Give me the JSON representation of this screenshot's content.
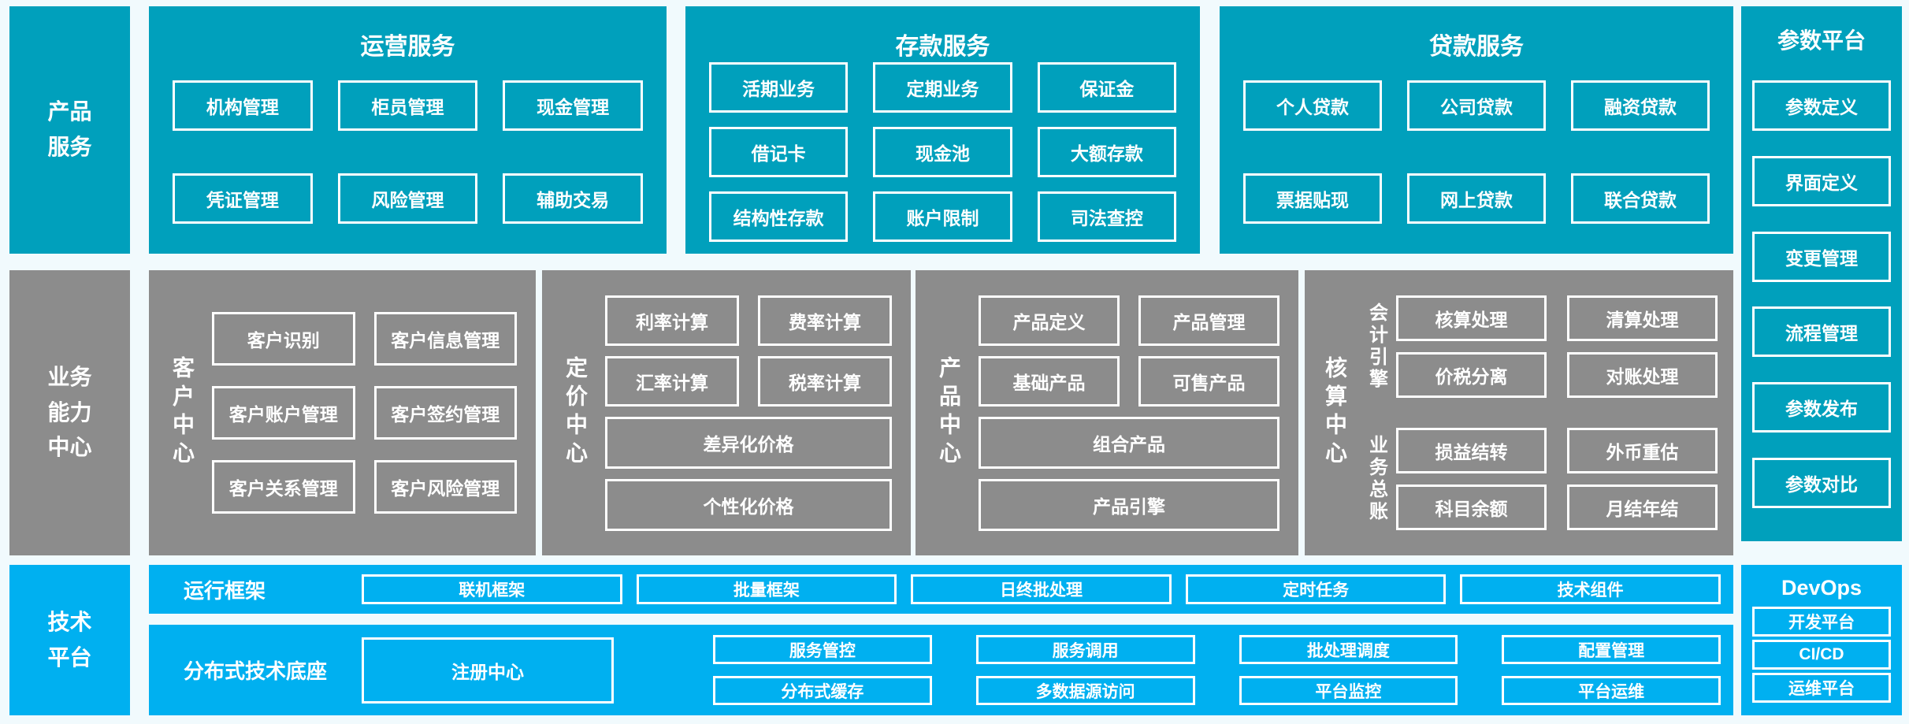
{
  "palette": {
    "teal": "#00a0bc",
    "gray": "#8c8c8c",
    "bright_blue": "#00b0f0",
    "background": "#f1fafd",
    "box_border": "#ffffff",
    "text": "#ffffff"
  },
  "left_rail": {
    "product": "产品\n服务",
    "capability": "业务\n能力\n中心",
    "tech": "技术\n平台"
  },
  "sections": {
    "operations": {
      "title": "运营服务",
      "items": [
        "机构管理",
        "柜员管理",
        "现金管理",
        "凭证管理",
        "风险管理",
        "辅助交易"
      ]
    },
    "deposit": {
      "title": "存款服务",
      "items": [
        "活期业务",
        "定期业务",
        "保证金",
        "借记卡",
        "现金池",
        "大额存款",
        "结构性存款",
        "账户限制",
        "司法查控"
      ]
    },
    "loan": {
      "title": "贷款服务",
      "items": [
        "个人贷款",
        "公司贷款",
        "融资贷款",
        "票据贴现",
        "网上贷款",
        "联合贷款"
      ]
    },
    "param_platform": {
      "title": "参数平台",
      "items": [
        "参数定义",
        "界面定义",
        "变更管理",
        "流程管理",
        "参数发布",
        "参数对比"
      ]
    },
    "customer_center": {
      "label": "客户中心",
      "items": [
        "客户识别",
        "客户信息管理",
        "客户账户管理",
        "客户签约管理",
        "客户关系管理",
        "客户风险管理"
      ]
    },
    "pricing_center": {
      "label": "定价中心",
      "small": [
        "利率计算",
        "费率计算",
        "汇率计算",
        "税率计算"
      ],
      "wide": [
        "差异化价格",
        "个性化价格"
      ]
    },
    "product_center": {
      "label": "产品中心",
      "small": [
        "产品定义",
        "产品管理",
        "基础产品",
        "可售产品"
      ],
      "wide": [
        "组合产品",
        "产品引擎"
      ]
    },
    "accounting_center": {
      "label": "核算中心",
      "groups": [
        {
          "label": "会计引擎",
          "items": [
            "核算处理",
            "清算处理",
            "价税分离",
            "对账处理"
          ]
        },
        {
          "label": "业务总账",
          "items": [
            "损益结转",
            "外币重估",
            "科目余额",
            "月结年结"
          ]
        }
      ]
    },
    "runtime": {
      "label": "运行框架",
      "items": [
        "联机框架",
        "批量框架",
        "日终批处理",
        "定时任务",
        "技术组件"
      ]
    },
    "distributed": {
      "label": "分布式技术底座",
      "registry": "注册中心",
      "items": [
        "服务管控",
        "服务调用",
        "批处理调度",
        "配置管理",
        "分布式缓存",
        "多数据源访问",
        "平台监控",
        "平台运维"
      ]
    },
    "devops": {
      "title": "DevOps",
      "items": [
        "开发平台",
        "CI/CD",
        "运维平台"
      ]
    }
  }
}
